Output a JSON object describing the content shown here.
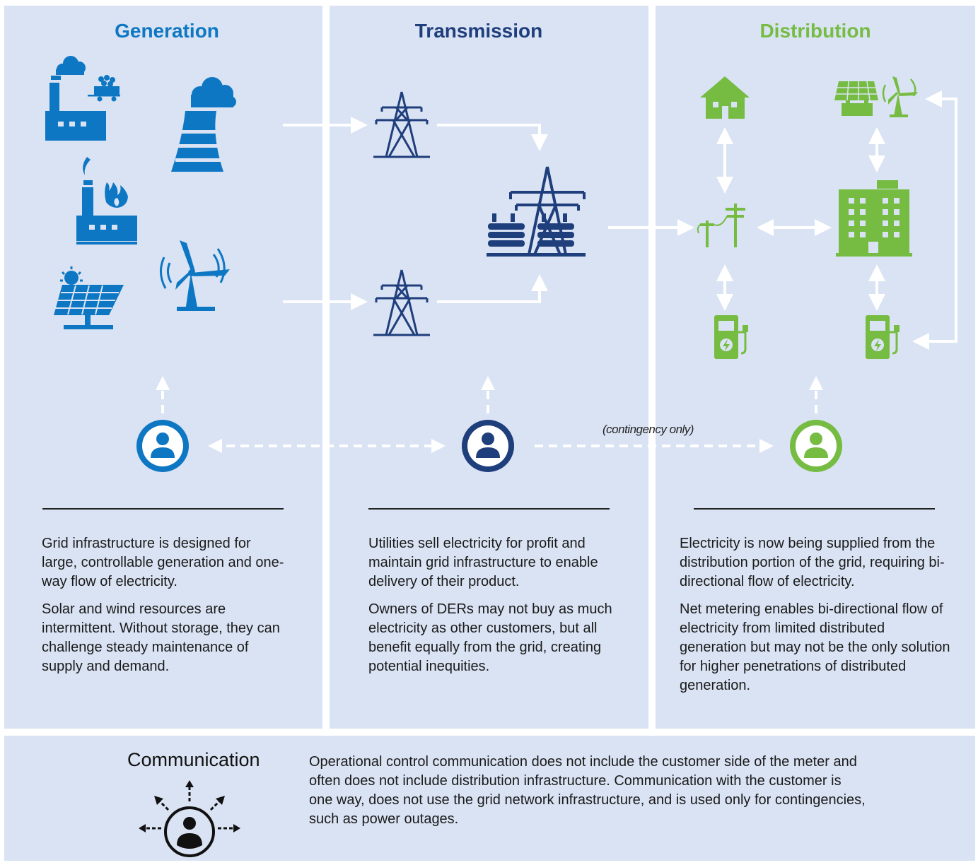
{
  "columns": {
    "generation": {
      "title": "Generation",
      "color": "#0e77c3",
      "paragraphs": [
        "Grid infrastructure is designed for large, controllable generation and one-way flow of electricity.",
        "Solar and wind resources are intermittent. Without storage, they can challenge steady maintenance of supply and demand."
      ]
    },
    "transmission": {
      "title": "Transmission",
      "color": "#1f3e7c",
      "paragraphs": [
        "Utilities sell electricity for profit and maintain grid infrastructure to enable delivery of their product.",
        "Owners of DERs may not buy as much electricity as other customers, but all benefit equally from the grid, creating potential inequities."
      ]
    },
    "distribution": {
      "title": "Distribution",
      "color": "#76bc43",
      "paragraphs": [
        "Electricity is now being supplied from the distribution portion of the grid, requiring bi-directional flow of electricity.",
        "Net metering enables bi-directional flow of electricity from limited distributed generation but may not be the only solution for higher penetrations of distributed generation."
      ]
    }
  },
  "contingency_note": "(contingency only)",
  "communication": {
    "title": "Communication",
    "text": "Operational control communication does not include the customer side of the meter and often does not include distribution infrastructure. Communication with the customer is one way, does not use the grid network infrastructure, and is used only for contingencies, such as power outages."
  },
  "colors": {
    "panel_background": "#dae3f3",
    "arrow": "#ffffff",
    "text": "#1a1a1a"
  },
  "icons": {
    "generation": [
      "coal-plant-icon",
      "coal-cart-icon",
      "cooling-tower-icon",
      "gas-plant-icon",
      "solar-panel-icon",
      "wind-turbine-icon"
    ],
    "transmission": [
      "transmission-tower-icon",
      "substation-icon"
    ],
    "distribution": [
      "house-icon",
      "rooftop-solar-icon",
      "small-wind-icon",
      "utility-pole-icon",
      "commercial-building-icon",
      "ev-charger-icon"
    ],
    "people": [
      "generation-operator-icon",
      "transmission-operator-icon",
      "distribution-customer-icon"
    ],
    "communication": "broadcast-person-icon"
  }
}
